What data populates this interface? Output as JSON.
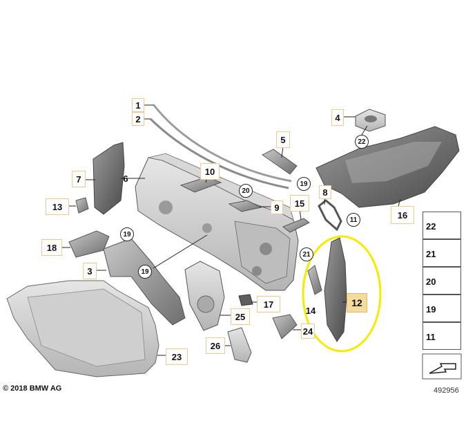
{
  "callouts": {
    "c1": "1",
    "c2": "2",
    "c3": "3",
    "c4": "4",
    "c5": "5",
    "c6": "6",
    "c7": "7",
    "c8": "8",
    "c9": "9",
    "c10": "10",
    "c12": "12",
    "c13": "13",
    "c14": "14",
    "c15": "15",
    "c16": "16",
    "c17": "17",
    "c18": "18",
    "c23": "23",
    "c24": "24",
    "c25": "25",
    "c26": "26"
  },
  "circled": {
    "r22": "22",
    "r20": "20",
    "r19a": "19",
    "r19b": "19",
    "r19c": "19",
    "r11": "11",
    "r21": "21"
  },
  "legend": [
    "22",
    "21",
    "20",
    "19",
    "11"
  ],
  "copyright": "© 2018 BMW AG",
  "diagram_number": "492956",
  "colors": {
    "highlight_ellipse": "#f5ea00",
    "callout_highlight": "#f4dca0",
    "part_gray": "#8c8c8c"
  }
}
